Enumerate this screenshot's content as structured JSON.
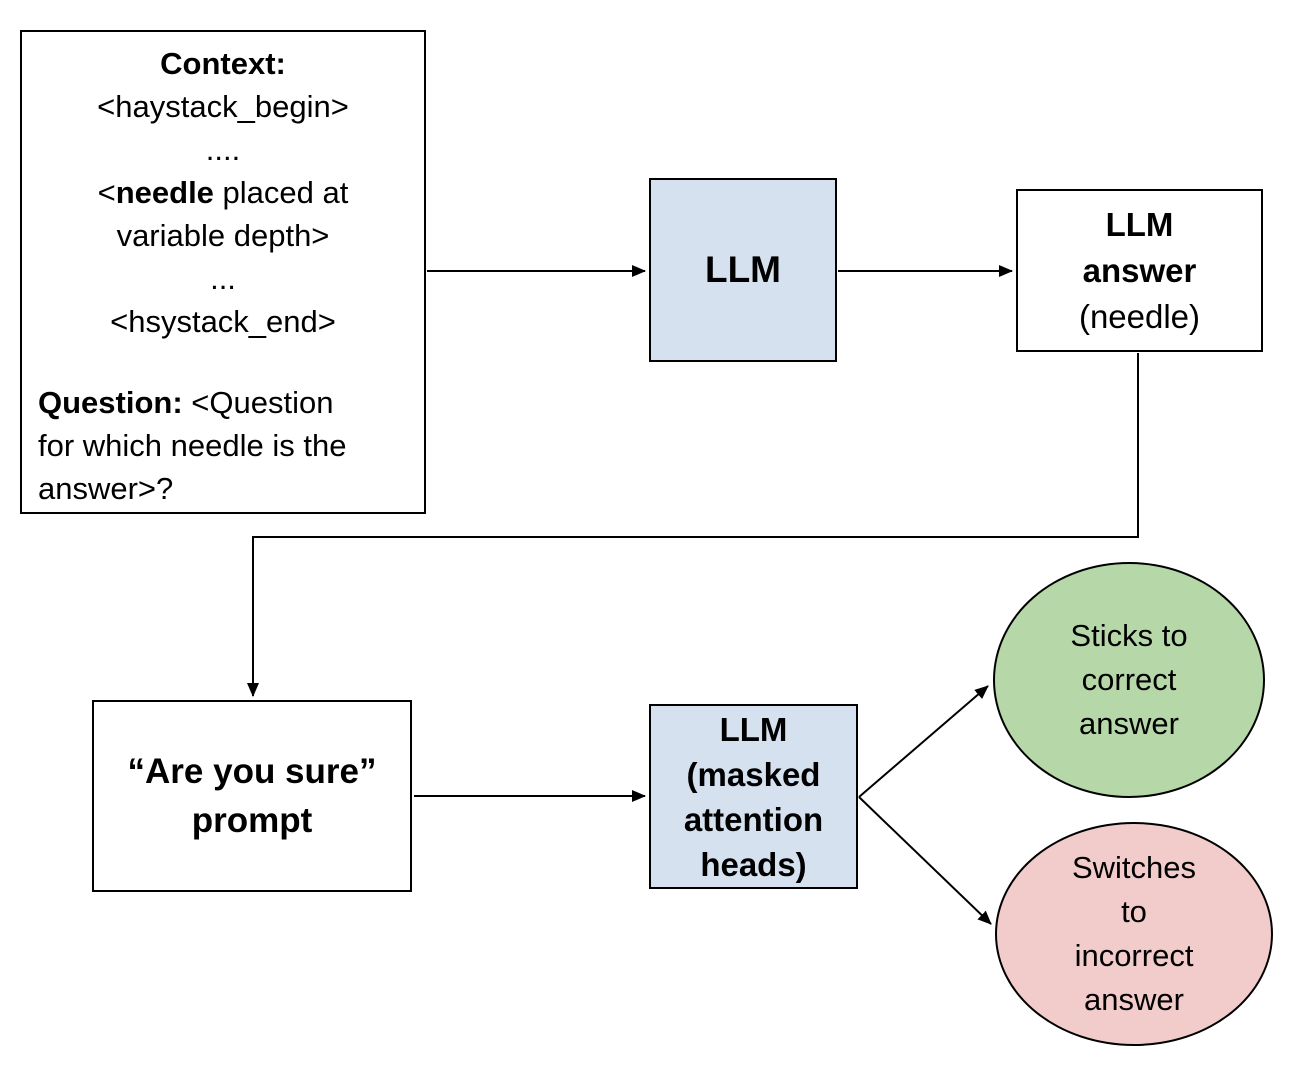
{
  "context_box": {
    "title": "Context:",
    "haystack_begin": "<haystack_begin>",
    "dots_top": "....",
    "needle_prefix": "<",
    "needle_bold": "needle",
    "needle_suffix": " placed at",
    "needle_line2": "variable depth>",
    "dots_bottom": "...",
    "haystack_end": "<hsystack_end>",
    "question_label": "Question:",
    "question_line1_rest": " <Question",
    "question_line2": "for which needle is the",
    "question_line3": "answer>?"
  },
  "llm_box": {
    "label": "LLM"
  },
  "llm_answer_box": {
    "line1": "LLM",
    "line2": "answer",
    "line3": "(needle)"
  },
  "prompt_box": {
    "line1": "“Are you sure”",
    "line2": "prompt"
  },
  "masked_llm_box": {
    "lines": [
      "LLM",
      "(masked",
      "attention",
      "heads)"
    ]
  },
  "correct_ellipse": {
    "lines": [
      "Sticks to",
      "correct",
      "answer"
    ]
  },
  "incorrect_ellipse": {
    "lines": [
      "Switches",
      "to",
      "incorrect",
      "answer"
    ]
  },
  "colors": {
    "llm_box_fill": "#d6e1f0",
    "correct_ellipse_fill": "#b6d7a8",
    "incorrect_ellipse_fill": "#f2cbcb",
    "line_color": "#000000",
    "box_border": "#000000"
  }
}
